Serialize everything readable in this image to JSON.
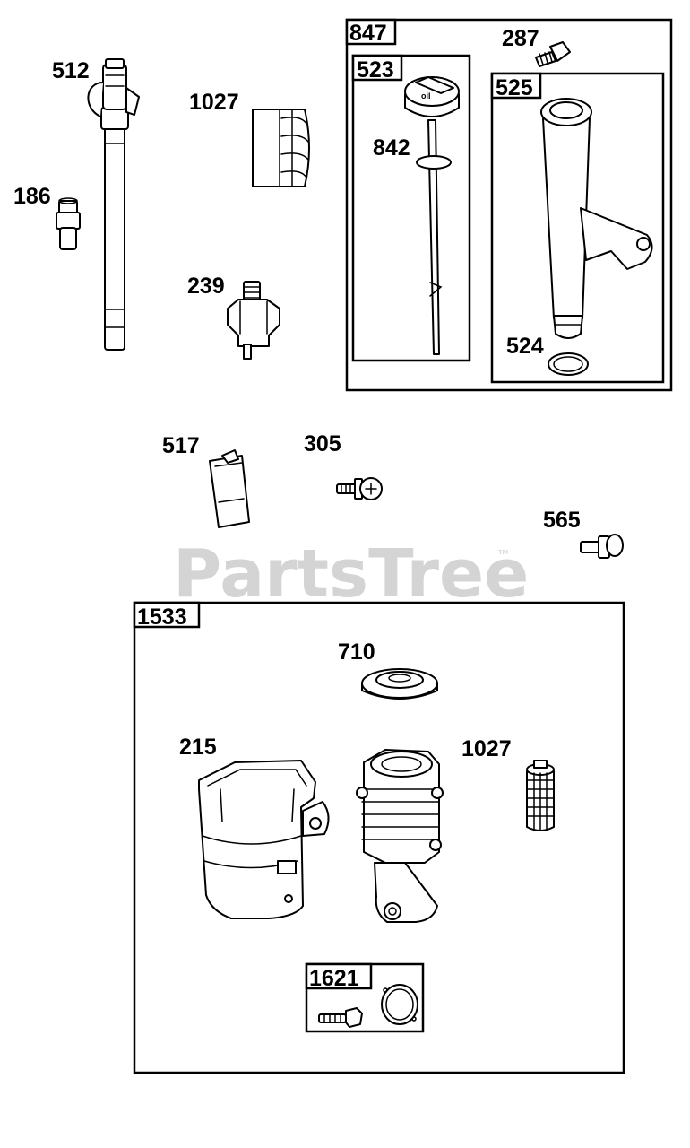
{
  "watermark": {
    "text": "PartsTree",
    "trademark": "™"
  },
  "groups": {
    "g847": "847",
    "g523": "523",
    "g525": "525",
    "g1533": "1533",
    "g1621": "1621"
  },
  "parts": {
    "p512": "512",
    "p1027a": "1027",
    "p186": "186",
    "p239": "239",
    "p287": "287",
    "p842": "842",
    "p524": "524",
    "p517": "517",
    "p305": "305",
    "p565": "565",
    "p710": "710",
    "p215": "215",
    "p1027b": "1027"
  }
}
